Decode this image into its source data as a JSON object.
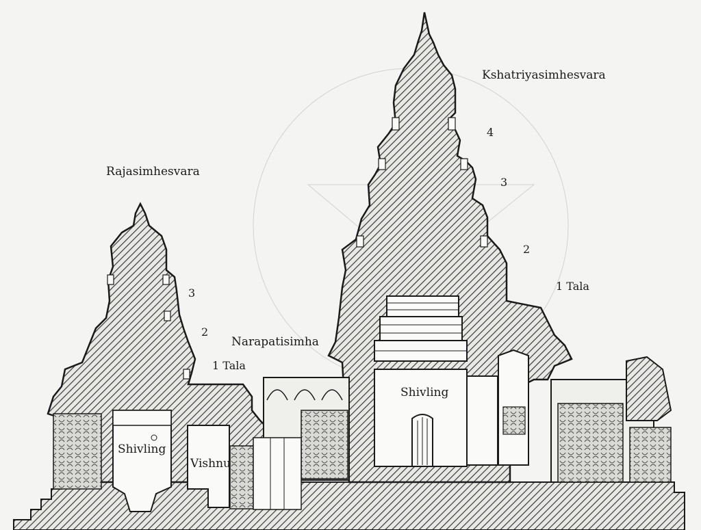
{
  "labels": {
    "kshatriya": "Kshatriyasimhesvara",
    "rajasimha": "Rajasimhesvara",
    "narapati": "Narapatisimha",
    "shivling_large": "Shivling",
    "shivling_small": "Shivling",
    "vishnu": "Vishnu",
    "k_tier_4": "4",
    "k_tier_3": "3",
    "k_tier_2": "2",
    "k_tier_1": "1 Tala",
    "r_tier_3": "3",
    "r_tier_2": "2",
    "r_tier_1": "1 Tala"
  },
  "colors": {
    "background": "#f4f4f2",
    "ink": "#1a1a1a",
    "hatch": "#3a3a3a",
    "room": "#fafaf8"
  }
}
